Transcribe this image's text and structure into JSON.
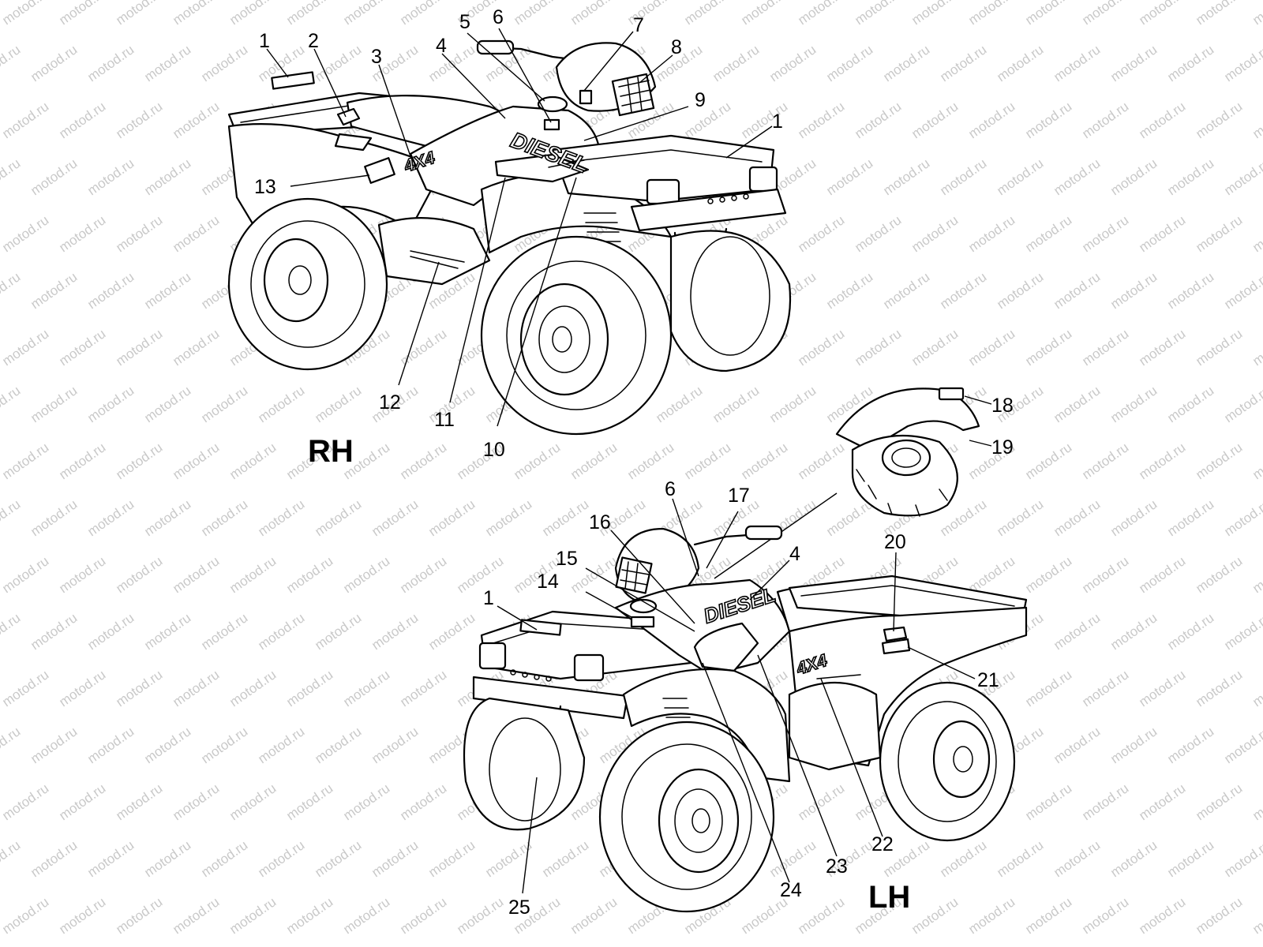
{
  "watermark": "motod.ru",
  "views": {
    "rh": {
      "label": "RH",
      "decal_4x4": "4X4",
      "decal_diesel": "DIESEL"
    },
    "lh": {
      "label": "LH",
      "decal_4x4": "4X4",
      "decal_diesel": "DIESEL"
    }
  },
  "callouts": {
    "rh": [
      "1",
      "2",
      "3",
      "4",
      "5",
      "6",
      "7",
      "8",
      "9",
      "1",
      "13",
      "12",
      "11",
      "10"
    ],
    "lh": [
      "18",
      "19",
      "6",
      "17",
      "16",
      "15",
      "14",
      "1",
      "4",
      "20",
      "21",
      "22",
      "23",
      "24",
      "25"
    ]
  }
}
